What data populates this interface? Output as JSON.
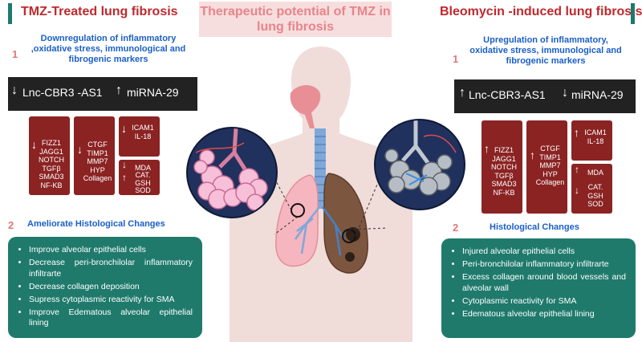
{
  "center_title": "Therapeutic potential of TMZ in lung fibrosis",
  "left": {
    "title": "TMZ-Treated lung fibrosis",
    "section1_number": "1",
    "section1_text": "Downregulation of inflammatory ,oxidative stress, immunological and fibrogenic markers",
    "bar_left": "Lnc-CBR3 -AS1",
    "bar_right": "miRNA-29",
    "box_fibro": "FIZZ1\nJAGG1\nNOTCH\nTGFβ\nSMAD3\nNF-KB",
    "box_ctgf": "CTGF\nTIMP1\nMMP7\nHYP\nCollagen",
    "box_icam": "ICAM1\nIL-18",
    "box_mda": "MDA",
    "box_cat": "CAT.\nGSH\nSOD",
    "section2_number": "2",
    "section2_text": "Ameliorate Histological Changes",
    "items": [
      "Improve alveolar epithelial cells",
      "Decrease peri-bronchilolar inflammatory infiltrarte",
      "Decrease collagen deposition",
      "Supress cytoplasmic reactivity for SMA",
      "Improve Edematous alveolar epithelial lining"
    ]
  },
  "right": {
    "title": "Bleomycin -induced lung fibrosis",
    "section1_number": "1",
    "section1_text": "Upregulation of inflammatory, oxidative stress, immunological and fibrogenic markers",
    "bar_left": "Lnc-CBR3-AS1",
    "bar_right": "miRNA-29",
    "box_fibro": "FIZZ1\nJAGG1\nNOTCH\nTGFβ\nSMAD3\nNF-KB",
    "box_ctgf": "CTGF\nTIMP1\nMMP7\nHYP\nCollagen",
    "box_icam": "ICAM1\nIL-18",
    "box_mda": "MDA",
    "box_cat": "CAT.\nGSH\nSOD",
    "section2_number": "2",
    "section2_text": "Histological Changes",
    "items": [
      "Injured alveolar epithelial cells",
      "Peri-bronchilolar inflammatory infiltrarte",
      "Excess collagen around blood vessels and   alveolar wall",
      "Cytoplasmic reactivity for SMA",
      "Edematous alveolar epithelial lining"
    ]
  },
  "icons": {
    "down": "down-arrow-icon",
    "up": "up-arrow-icon"
  },
  "colors": {
    "title_red": "#c0282d",
    "accent_teal": "#1f7a6c",
    "box_red": "#8b2323",
    "blue_text": "#1a5fc7"
  }
}
